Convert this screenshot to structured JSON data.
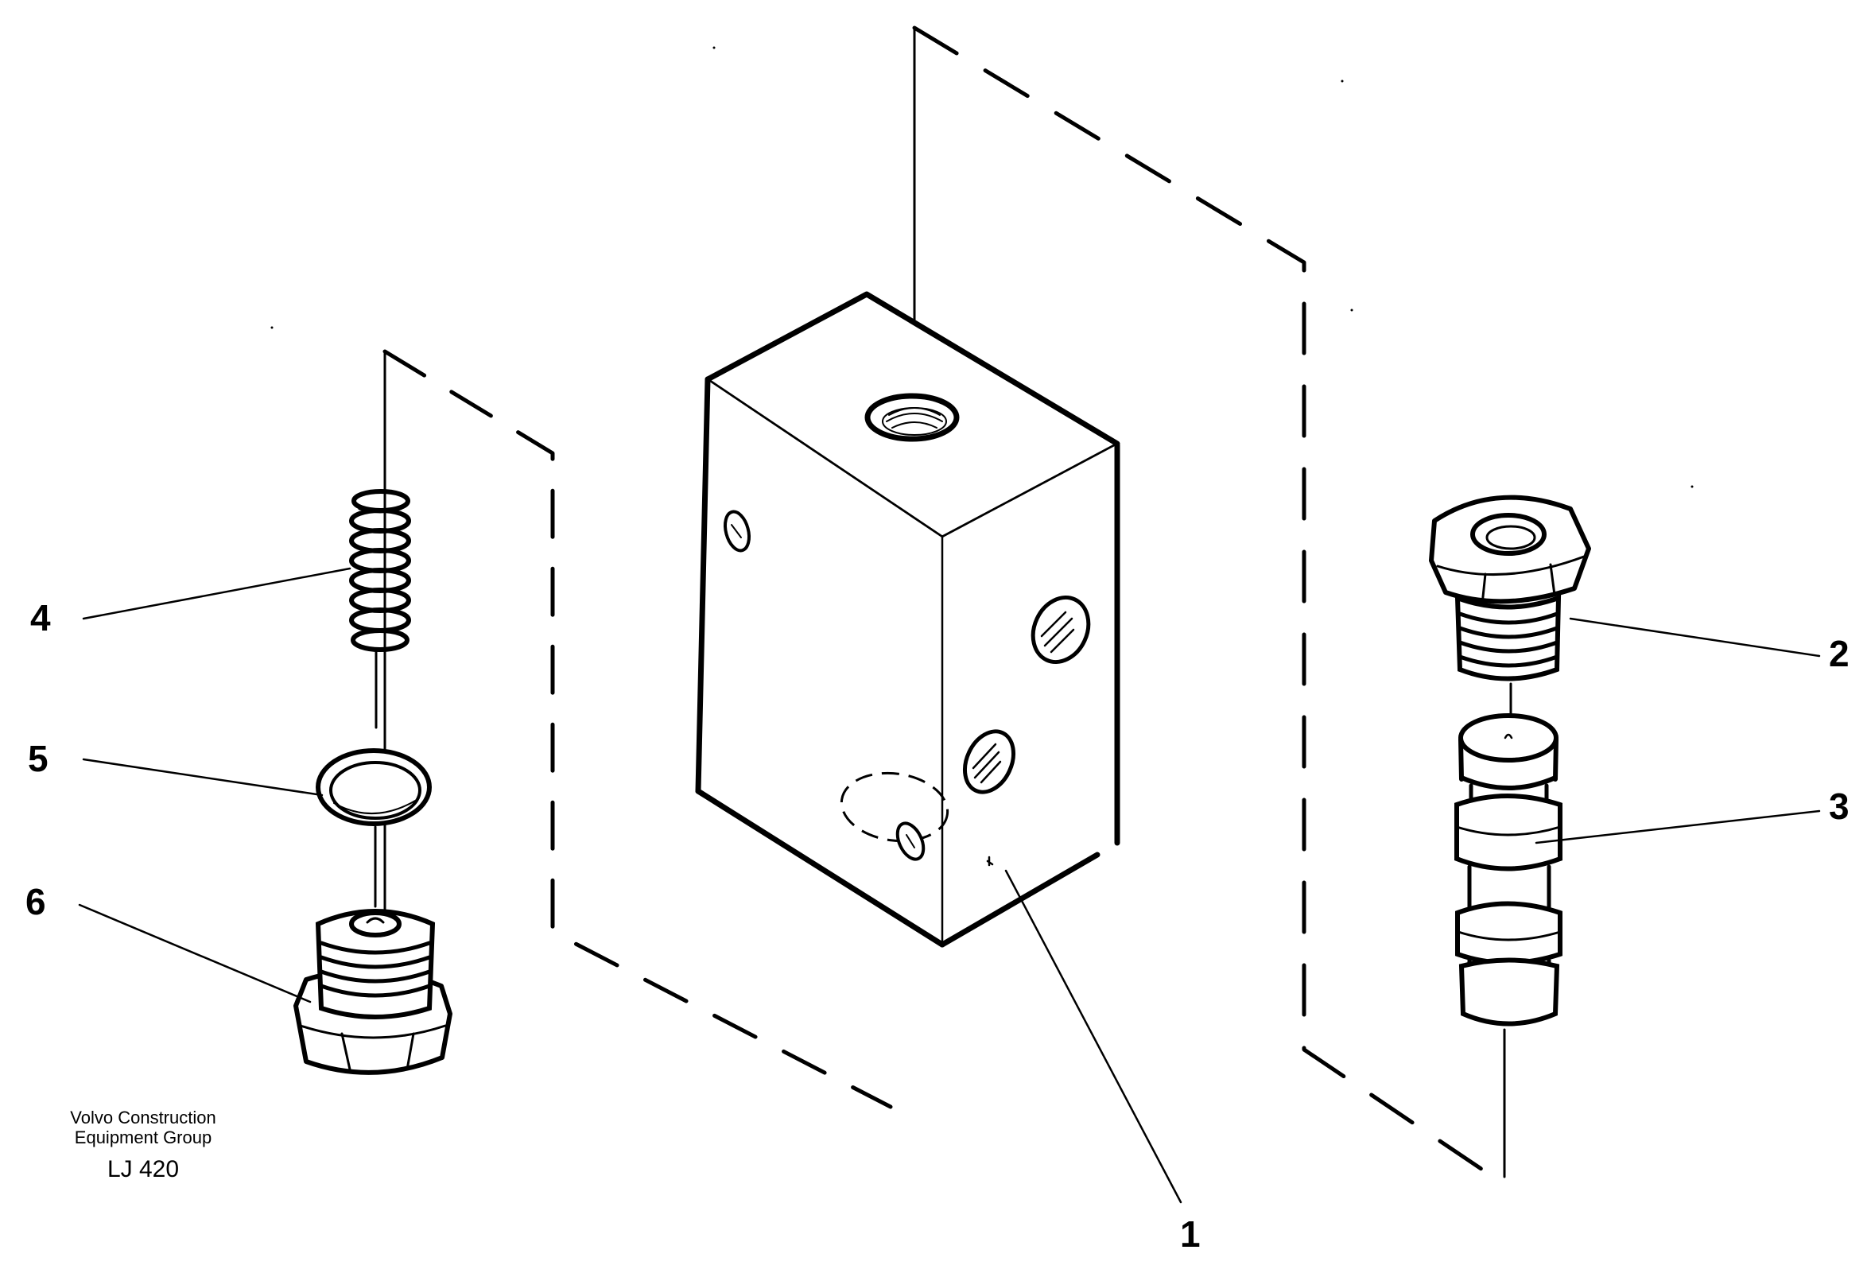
{
  "callouts": {
    "item_1": "1",
    "item_2": "2",
    "item_3": "3",
    "item_4": "4",
    "item_5": "5",
    "item_6": "6"
  },
  "caption": {
    "company_line_1": "Volvo Construction",
    "company_line_2": "Equipment Group",
    "drawing_code": "LJ 420"
  },
  "colors": {
    "ink": "#000000",
    "background": "#ffffff"
  }
}
